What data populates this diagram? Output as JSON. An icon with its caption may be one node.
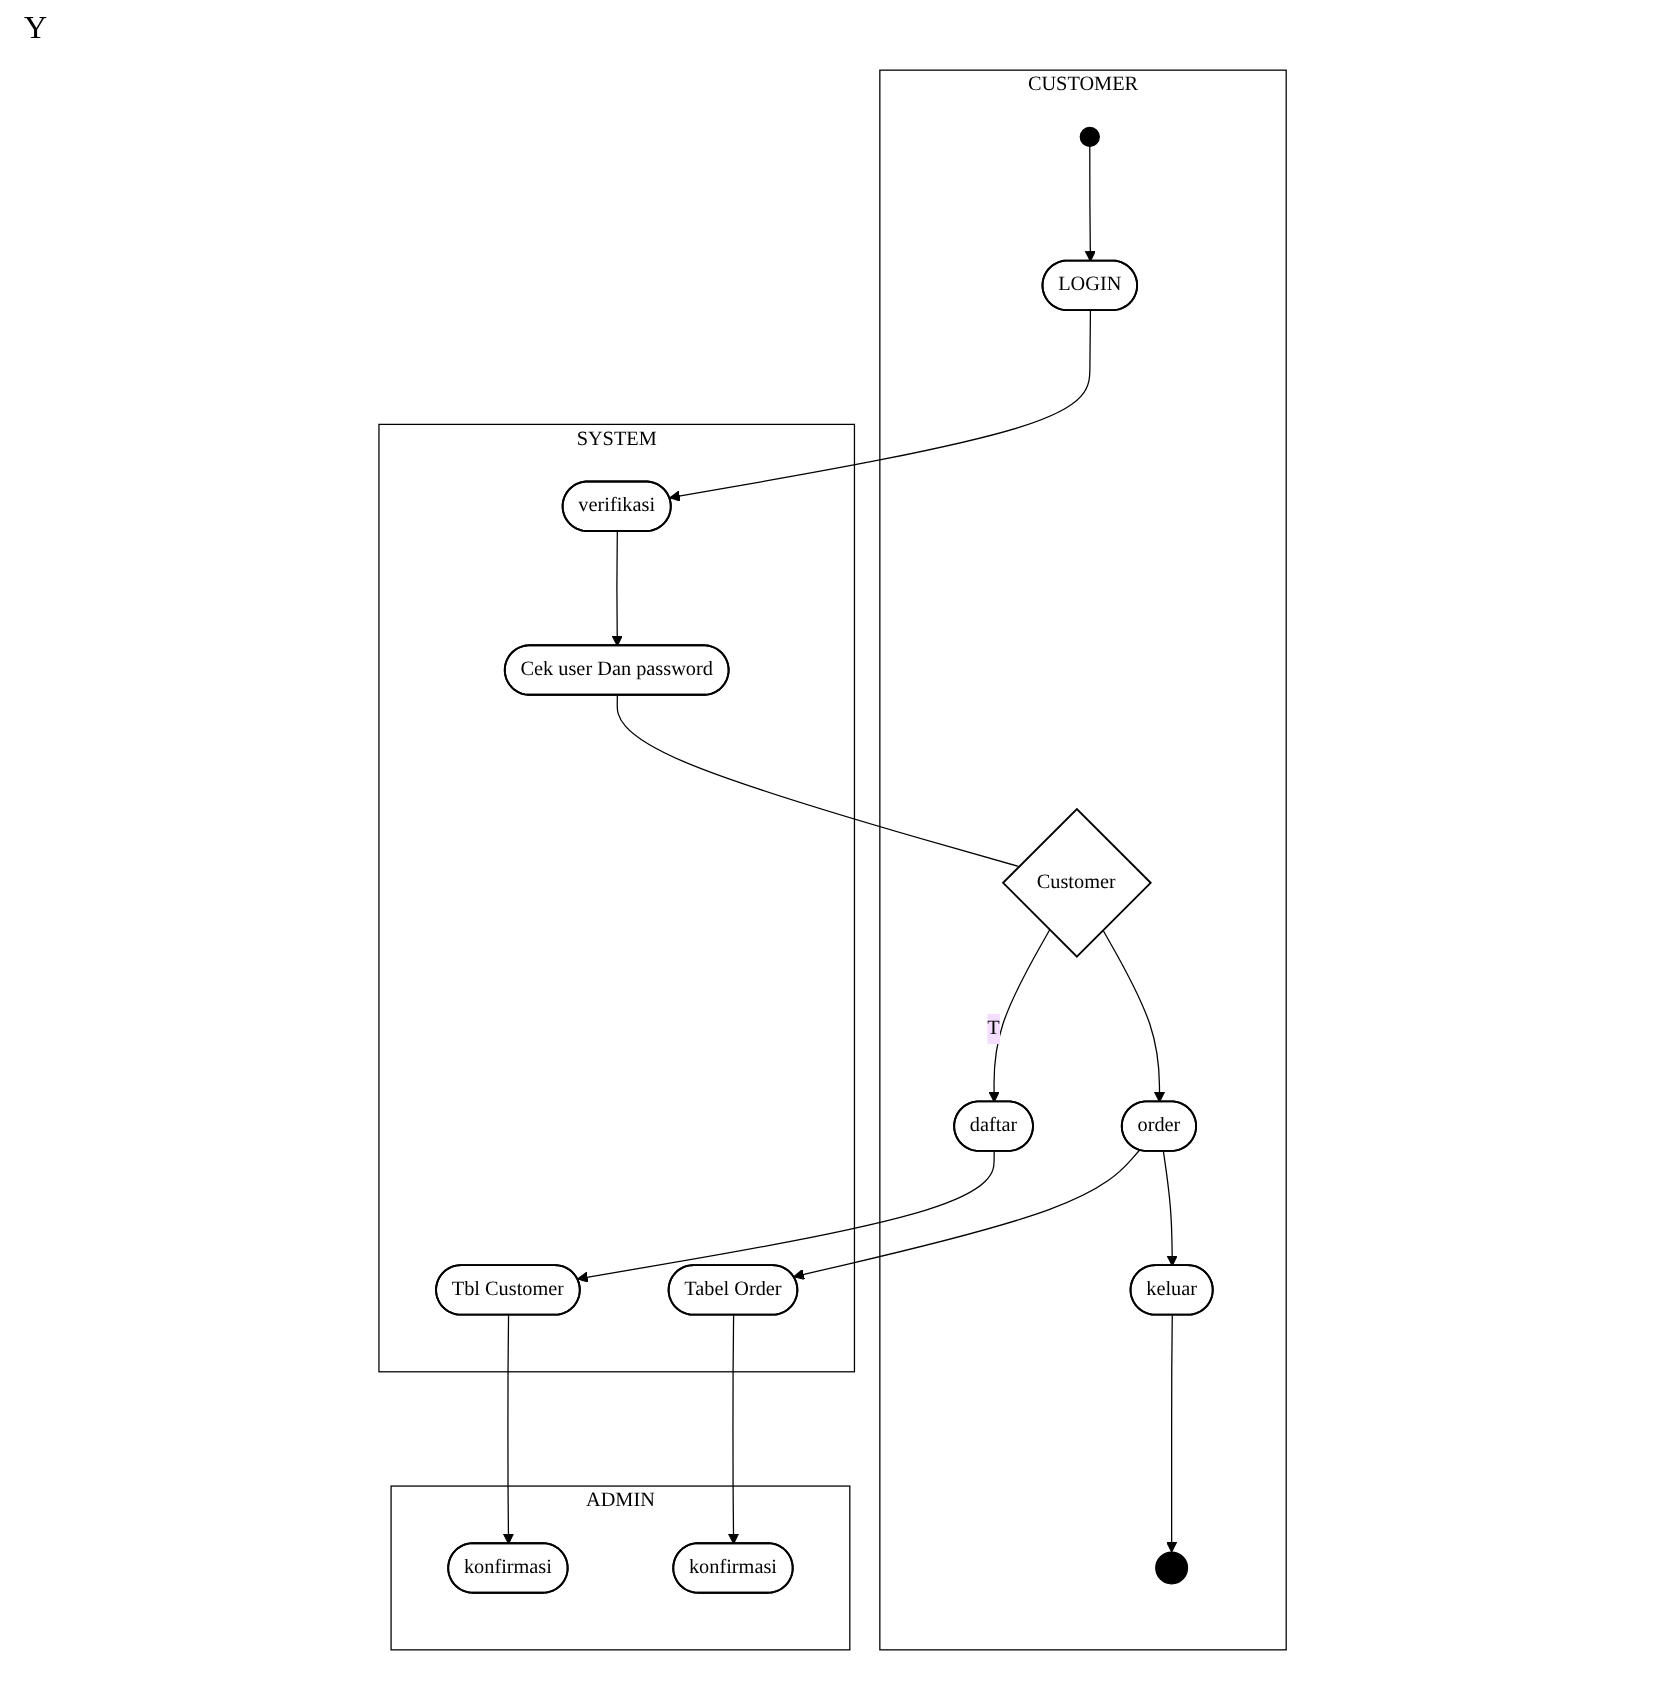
{
  "diagram": {
    "nodes": [
      {
        "text": [
          "CUSTOMER"
        ]
      },
      {
        "text": [
          "SYSTEM"
        ]
      },
      {
        "text": [
          "ADMIN"
        ]
      },
      {
        "text": [],
        "shape": "circle",
        "in": 0
      },
      {
        "text": [
          "LOGIN"
        ],
        "in": 0
      },
      {
        "text": [
          "verifikasi"
        ],
        "in": 1
      },
      {
        "text": [
          "Cek user Dan password"
        ],
        "in": 1
      },
      {
        "text": [
          "Customer"
        ],
        "in": 0
      },
      {
        "text": [
          "daftar"
        ],
        "in": 0
      },
      {
        "text": [
          "Tbl Customer"
        ],
        "in": 1
      },
      {
        "text": [
          "konfirmasi"
        ],
        "in": 2
      },
      {
        "text": [
          "order"
        ],
        "in": 0
      },
      {
        "text": [
          "Tabel Order"
        ],
        "in": 1
      },
      {
        "text": [
          "konfirmasi"
        ],
        "in": 2
      },
      {
        "text": [
          "keluar"
        ],
        "in": 0
      },
      {
        "text": [],
        "shape": "circle",
        "in": 0
      }
    ],
    "edges": [
      {
        "from": 3,
        "to": 4,
        "arrow": "to"
      },
      {
        "from": 4,
        "to": 5,
        "arrow": "to"
      },
      {
        "from": 5,
        "to": 6,
        "arrow": "to"
      },
      {
        "from": 6,
        "to": 7,
        "arrow": "none"
      },
      {
        "from": 7,
        "to": 8,
        "arrow": "to",
        "label": "T"
      },
      {
        "from": 7,
        "to": 11,
        "arrow": "to"
      },
      {
        "from": 8,
        "to": 9,
        "arrow": "to"
      },
      {
        "from": 9,
        "to": 10,
        "arrow": "to"
      },
      {
        "from": 11,
        "to": 12,
        "arrow": "to"
      },
      {
        "from": 12,
        "to": 13,
        "arrow": "to"
      },
      {
        "from": 11,
        "to": 14,
        "arrow": "to"
      },
      {
        "from": 14,
        "to": 15,
        "arrow": "to"
      }
    ],
    "labels": [
      "Y"
    ]
  }
}
